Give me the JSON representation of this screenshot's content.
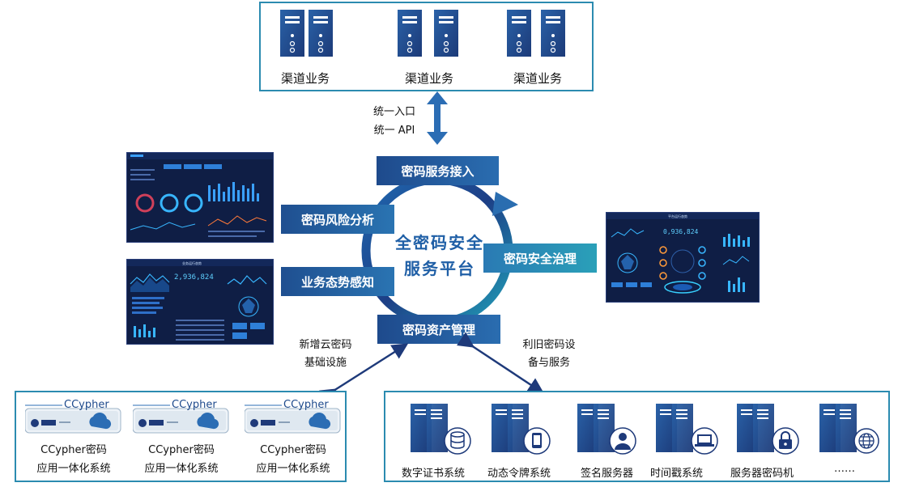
{
  "top": {
    "groups": [
      {
        "label": "渠道业务"
      },
      {
        "label": "渠道业务"
      },
      {
        "label": "渠道业务"
      }
    ]
  },
  "api": {
    "line1": "统一入口",
    "line2": "统一 API"
  },
  "cycle": {
    "center_line1": "全密码安全",
    "center_line2": "服务平台",
    "access": "密码服务接入",
    "risk": "密码风险分析",
    "situation": "业务态势感知",
    "governance": "密码安全治理",
    "asset": "密码资产管理"
  },
  "left_note": {
    "line1": "新增云密码",
    "line2": "基础设施"
  },
  "right_note": {
    "line1": "利旧密码设",
    "line2": "备与服务"
  },
  "ccypher": {
    "brand": "CCypher",
    "items": [
      {
        "line1": "CCypher密码",
        "line2": "应用一体化系统"
      },
      {
        "line1": "CCypher密码",
        "line2": "应用一体化系统"
      },
      {
        "line1": "CCypher密码",
        "line2": "应用一体化系统"
      }
    ]
  },
  "devices": {
    "items": [
      {
        "label": "数字证书系统",
        "icon": "database-icon"
      },
      {
        "label": "动态令牌系统",
        "icon": "tablet-icon"
      },
      {
        "label": "签名服务器",
        "icon": "user-icon"
      },
      {
        "label": "时间戳系统",
        "icon": "laptop-icon"
      },
      {
        "label": "服务器密码机",
        "icon": "lock-icon"
      },
      {
        "label": "……",
        "icon": "globe-icon"
      }
    ]
  },
  "dashboards": {
    "d1_title": "运营风控大屏",
    "d2_title": "业务运行态势",
    "d2_number": "2,936,824",
    "d3_title": "平台运行态势",
    "d3_number": "0,936,824"
  },
  "colors": {
    "navy": "#1e3a7a",
    "teal": "#2b8bb0",
    "accent": "#1f5fa6"
  }
}
